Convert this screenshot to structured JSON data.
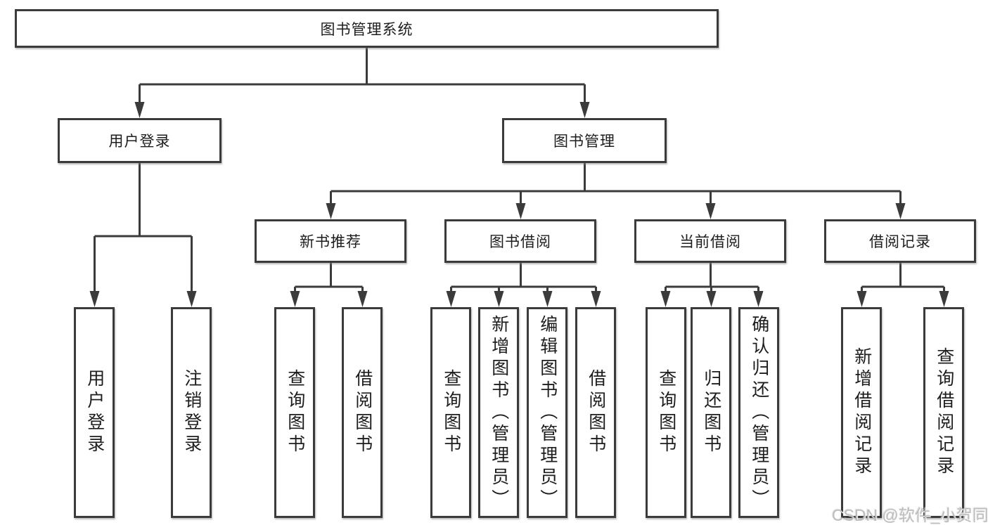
{
  "watermark": "CSDN @软件_小贺同学",
  "colors": {
    "line": "#3b3b3b",
    "box_border": "#3b3b3b",
    "box_background": "#ffffff",
    "text": "#1d1d1d",
    "watermark_text": "#bdbdbd"
  },
  "tree": {
    "label": "图书管理系统",
    "children": [
      {
        "label": "用户登录",
        "children": [
          {
            "label": "用户登录"
          },
          {
            "label": "注销登录"
          }
        ]
      },
      {
        "label": "图书管理",
        "children": [
          {
            "label": "新书推荐",
            "children": [
              {
                "label": "查询图书"
              },
              {
                "label": "借阅图书"
              }
            ]
          },
          {
            "label": "图书借阅",
            "children": [
              {
                "label": "查询图书"
              },
              {
                "label": "新增图书（管理员）"
              },
              {
                "label": "编辑图书（管理员）"
              },
              {
                "label": "借阅图书"
              }
            ]
          },
          {
            "label": "当前借阅",
            "children": [
              {
                "label": "查询图书"
              },
              {
                "label": "归还图书"
              },
              {
                "label": "确认归还（管理员）"
              }
            ]
          },
          {
            "label": "借阅记录",
            "children": [
              {
                "label": "新增借阅记录"
              },
              {
                "label": "查询借阅记录"
              }
            ]
          }
        ]
      }
    ]
  }
}
